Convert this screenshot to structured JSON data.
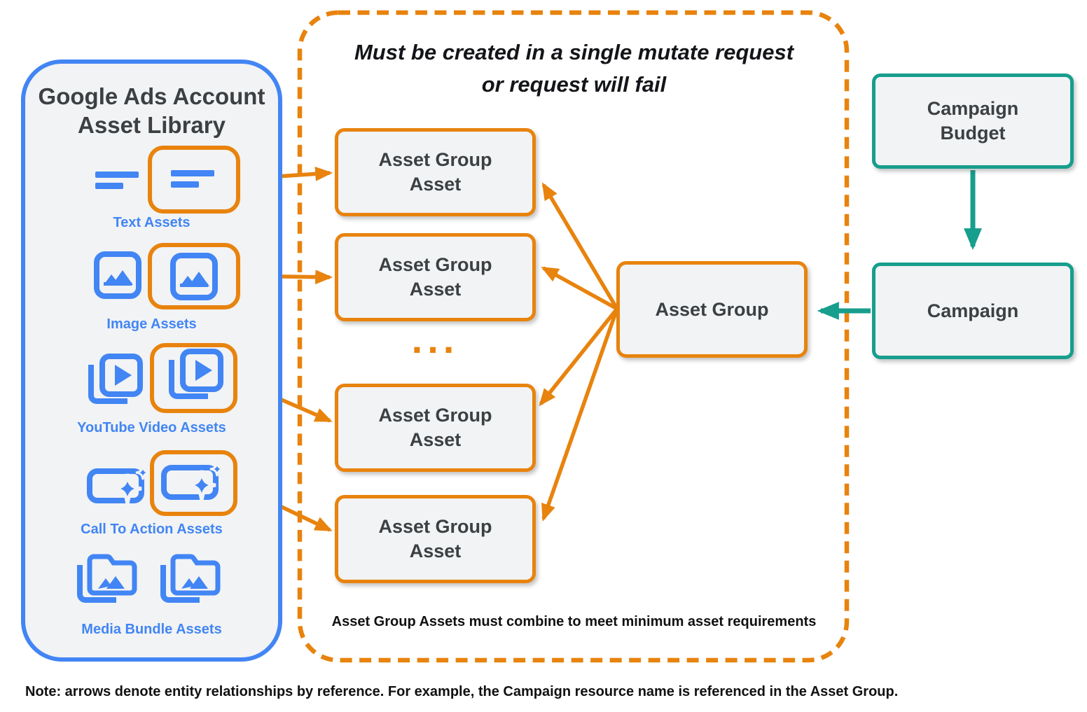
{
  "colors": {
    "orange": "#E8830D",
    "blue": "#4285F4",
    "teal": "#179E8D",
    "node_fill": "#F1F3F4",
    "dark_text": "#3C4043",
    "black_text": "#141518"
  },
  "library": {
    "title_line1": "Google Ads Account",
    "title_line2": "Asset Library",
    "items": [
      {
        "label": "Text Assets",
        "icon": "text-asset-icon"
      },
      {
        "label": "Image Assets",
        "icon": "image-asset-icon"
      },
      {
        "label": "YouTube Video Assets",
        "icon": "youtube-video-asset-icon"
      },
      {
        "label": "Call To Action Assets",
        "icon": "call-to-action-asset-icon"
      },
      {
        "label": "Media Bundle Assets",
        "icon": "media-bundle-asset-icon"
      }
    ]
  },
  "mutate_group": {
    "title_line1": "Must be created in a single mutate request",
    "title_line2": "or request will fail",
    "asset_group_asset_line1": "Asset Group",
    "asset_group_asset_line2": "Asset",
    "ellipsis": "...",
    "footnote": "Asset Group Assets must combine to meet minimum asset requirements",
    "asset_group_label": "Asset Group"
  },
  "campaign_column": {
    "budget_line1": "Campaign",
    "budget_line2": "Budget",
    "campaign_label": "Campaign"
  },
  "note": "Note: arrows denote entity relationships by reference. For example, the Campaign resource name is referenced in the Asset Group."
}
